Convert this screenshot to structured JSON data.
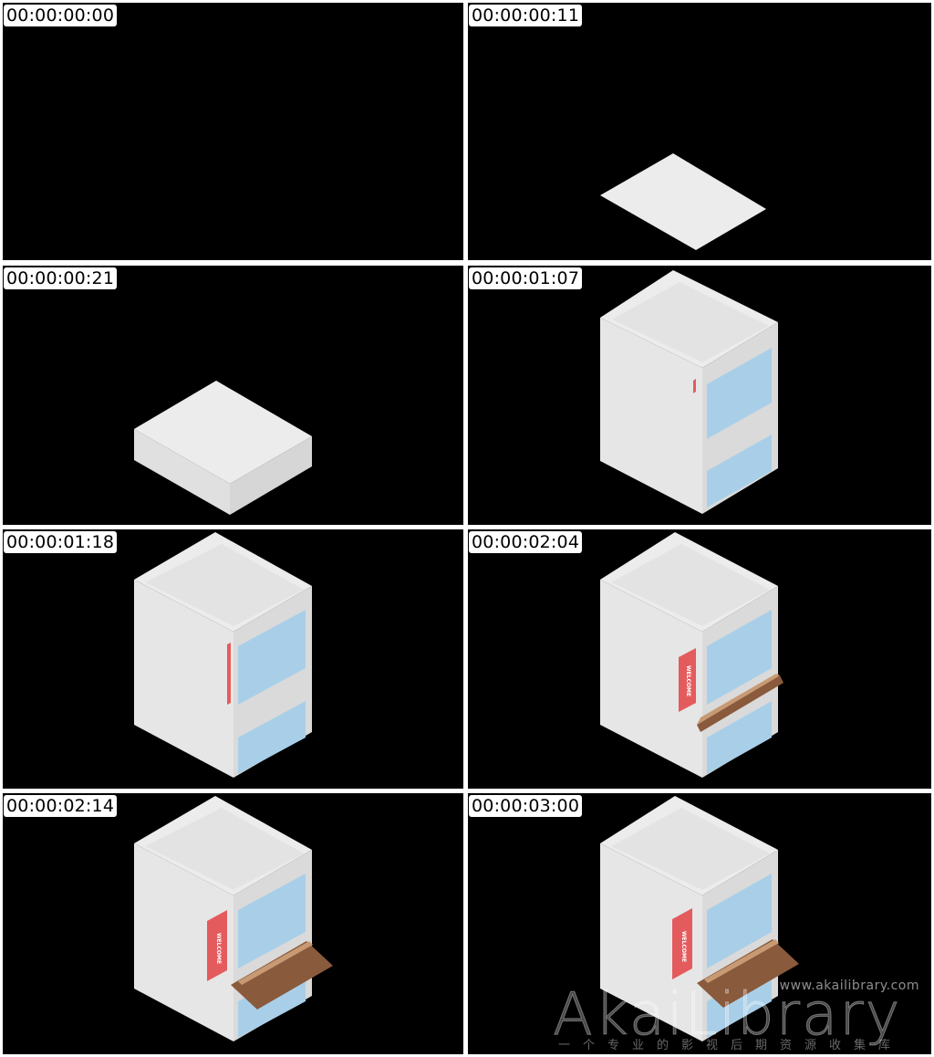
{
  "frames": [
    {
      "timestamp": "00:00:00:00"
    },
    {
      "timestamp": "00:00:00:11"
    },
    {
      "timestamp": "00:00:00:21"
    },
    {
      "timestamp": "00:00:01:07"
    },
    {
      "timestamp": "00:00:01:18"
    },
    {
      "timestamp": "00:00:02:04"
    },
    {
      "timestamp": "00:00:02:14"
    },
    {
      "timestamp": "00:00:03:00"
    }
  ],
  "sign_text": "WELCOME",
  "watermark": {
    "brand": "AkaiLibrary",
    "url": "www.akailibrary.com",
    "tagline": "一个专业的影视后期资源收集库"
  },
  "colors": {
    "background": "#000000",
    "wall_light": "#e6e6e6",
    "wall_mid": "#dadada",
    "roof": "#e9e9e9",
    "glass": "#a9cfe8",
    "sign": "#e45b5e",
    "awning_dark": "#8a5a3c",
    "awning_light": "#c89a74"
  }
}
